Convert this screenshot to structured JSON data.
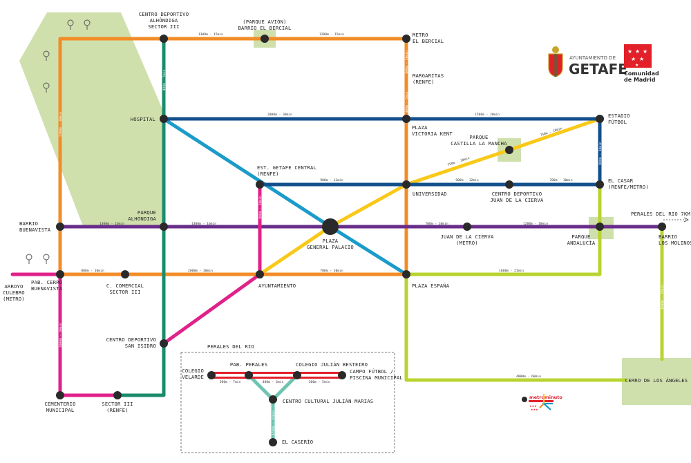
{
  "brand": {
    "ayuntamiento": "AYUNTAMIENTO DE",
    "city": "GETAFE",
    "comunidad_1": "Comunidad",
    "comunidad_2": "de Madrid",
    "metrominuto": "metrominuto"
  },
  "colors": {
    "orange": "#f28c28",
    "green": "#1a8c6c",
    "blue": "#124f8c",
    "cyan": "#1b9bc9",
    "purple": "#6a2d8a",
    "magenta": "#e1218a",
    "yellow": "#f9c91a",
    "lime": "#b8d430",
    "mint": "#6ec4b0",
    "red": "#e2202a",
    "park": "#cfe0ad",
    "stop": "#2a2a2a"
  },
  "stations": {
    "centro_alhondiga": [
      "CENTRO DEPORTIVO",
      "ALHÓNDIGA",
      "SECTOR III"
    ],
    "parque_avion": [
      "(PARQUE AVIÓN)",
      "BARRIO EL BERCIAL"
    ],
    "metro_bercial": [
      "METRO",
      "EL BERCIAL"
    ],
    "margaritas": [
      "MARGARITAS",
      "(RENFE)"
    ],
    "hospital": [
      "HOSPITAL"
    ],
    "victoria_kent": [
      "PLAZA",
      "VICTORIA KENT"
    ],
    "estadio": [
      "ESTADIO",
      "FÚTBOL"
    ],
    "castilla": [
      "PARQUE",
      "CASTILLA LA MANCHA"
    ],
    "getafe_central": [
      "EST. GETAFE CENTRAL",
      "(RENFE)"
    ],
    "universidad": [
      "UNIVERSIDAD"
    ],
    "juan_cierva_cd": [
      "CENTRO DEPORTIVO",
      "JUAN DE LA CIERVA"
    ],
    "el_casar": [
      "EL CASAR",
      "(RENFE/METRO)"
    ],
    "perales_7km": [
      "PERALES DEL RIO 7KM"
    ],
    "barrio_buenavista": [
      "BARRIO",
      "BUENAVISTA"
    ],
    "parque_alhondiga": [
      "PARQUE",
      "ALHÓNDIGA"
    ],
    "plaza_general": [
      "PLAZA",
      "GENERAL PALACIO"
    ],
    "juan_cierva_metro": [
      "JUAN DE LA CIERVA",
      "(METRO)"
    ],
    "parque_andalucia": [
      "PARQUE",
      "ANDALUCÍA"
    ],
    "barrio_molinos": [
      "BARRIO",
      "LOS MOLINOS"
    ],
    "arroyo": [
      "ARROYO",
      "CULEBRO",
      "(METRO)"
    ],
    "pab_cerro": [
      "PAB. CERRO",
      "BUENAVISTA"
    ],
    "comercial": [
      "C. COMERCIAL",
      "SECTOR III"
    ],
    "ayuntamiento": [
      "AYUNTAMIENTO"
    ],
    "plaza_espana": [
      "PLAZA ESPAÑA"
    ],
    "san_isidro": [
      "CENTRO DEPORTIVO",
      "SAN ISIDRO"
    ],
    "cementerio": [
      "CEMENTERIO",
      "MUNICIPAL"
    ],
    "sector3_renfe": [
      "SECTOR III",
      "(RENFE)"
    ],
    "cerro_angeles": [
      "CERRO DE LOS ÁNGELES"
    ],
    "perales_title": [
      "PERALES DEL RIO"
    ],
    "colegio_velarde": [
      "COLEGIO",
      "VELARDE"
    ],
    "pab_perales": [
      "PAB. PERALES"
    ],
    "colegio_besteiro": [
      "COLEGIO JULIÁN BESTEIRO"
    ],
    "campo_futbol": [
      "CAMPO FÚTBOL /",
      "PISCINA MUNICIPAL"
    ],
    "centro_cultural": [
      "CENTRO CULTURAL JULIÁN MARIAS"
    ],
    "el_caserio": [
      "EL CASERÍO"
    ]
  },
  "distances": {
    "d1": "1300m - 15min",
    "d2": "1200m - 15min",
    "d3": "800m - 10min",
    "d4": "400m - 5min",
    "d5": "400m - 5min",
    "d6": "2700m - 40min",
    "d7": "2000m - 30min",
    "d8": "1500m - 20min",
    "d9": "800m - 10min",
    "d10": "750m - 10min",
    "d11": "750m - 10min",
    "d12": "900m - 11min",
    "d13": "900m - 12min",
    "d14": "700m - 10min",
    "d15": "1300m - 16min",
    "d16": "1300m - 16min",
    "d17": "700m - 10min",
    "d18": "1200m - 18min",
    "d19": "800m - 10min",
    "d20": "2000m - 30min",
    "d21": "700m - 10min",
    "d22": "1600m - 21min",
    "d23": "1700m - 25min",
    "d24": "800m - 10min",
    "d25": "2000m - 30min",
    "d26": "1600m - 25min",
    "d27": "4000m - 60min",
    "d28": "500m - 7min",
    "d29": "400m - 6min",
    "d30": "300m - 5min",
    "d31": "1700m - 22min"
  }
}
